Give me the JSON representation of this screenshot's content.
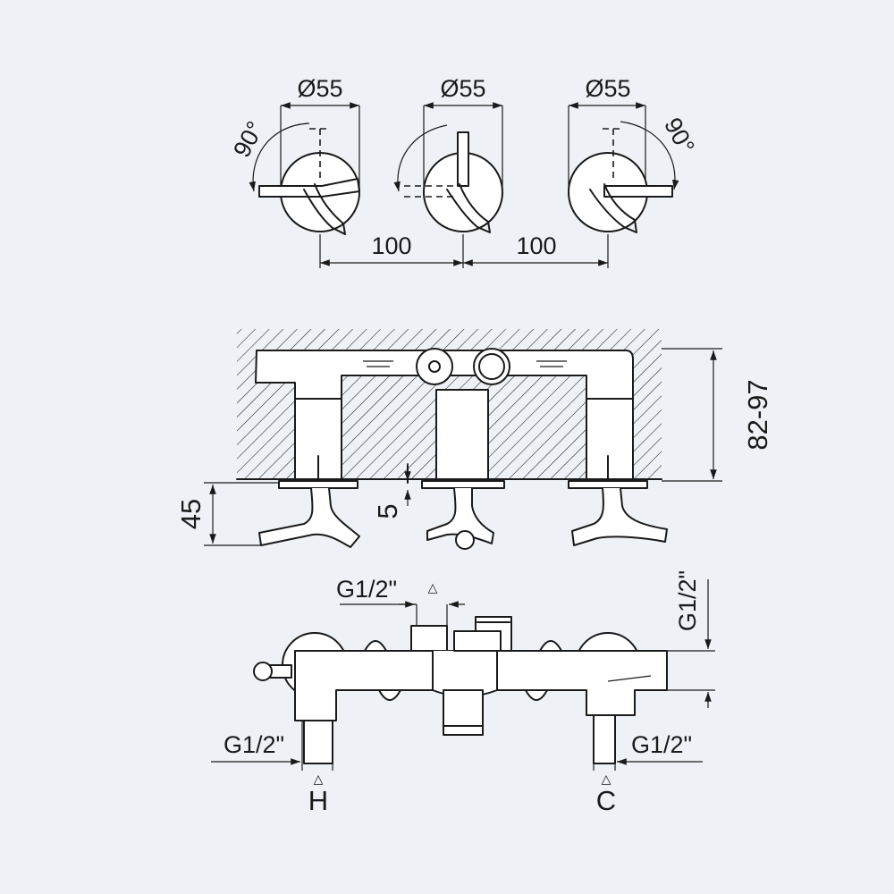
{
  "labels": {
    "dia_left": "Ø55",
    "dia_center": "Ø55",
    "dia_right": "Ø55",
    "angle_left": "90°",
    "angle_right": "90°",
    "spacing_left": "100",
    "spacing_right": "100",
    "depth_range": "82-97",
    "handle_projection": "45",
    "plate_gap": "5",
    "thread_top": "G1/2\"",
    "thread_side": "G1/2\"",
    "thread_hot": "G1/2\"",
    "thread_cold": "G1/2\"",
    "hot_letter": "H",
    "cold_letter": "C",
    "arrow_top": "△",
    "arrow_hot": "△",
    "arrow_cold": "△"
  },
  "colors": {
    "background": "#eef2f6",
    "line": "#1a1a1a"
  }
}
